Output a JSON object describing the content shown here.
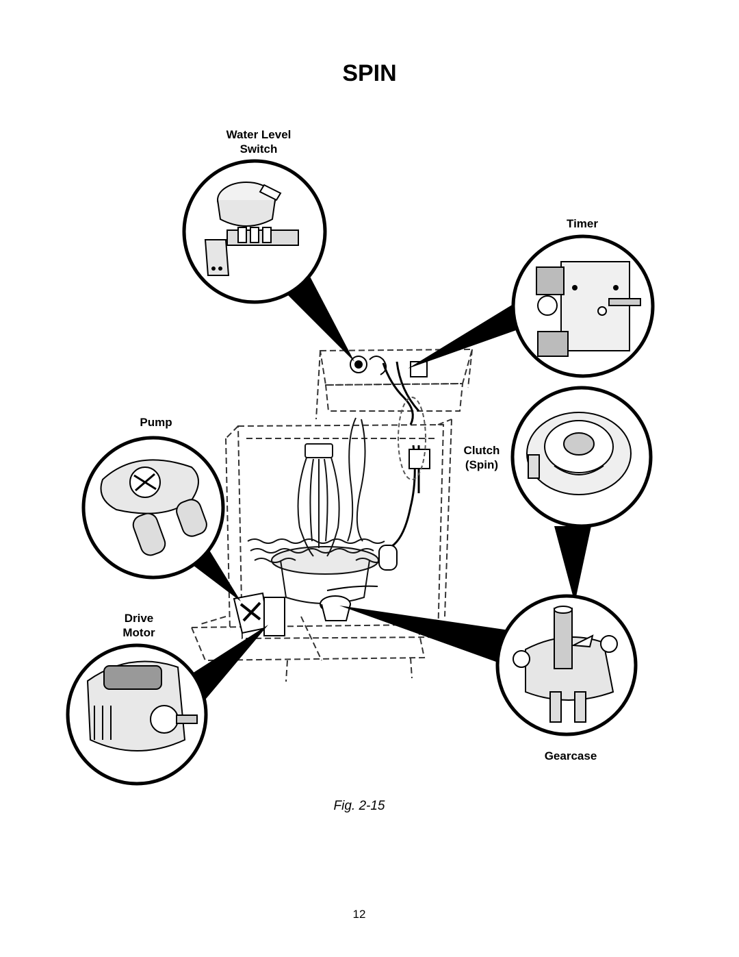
{
  "title": "SPIN",
  "labels": {
    "water_level_line1": "Water Level",
    "water_level_line2": "Switch",
    "timer": "Timer",
    "pump": "Pump",
    "clutch_line1": "Clutch",
    "clutch_line2": "(Spin)",
    "drive_line1": "Drive",
    "drive_line2": "Motor",
    "gearcase": "Gearcase"
  },
  "figure_caption": "Fig. 2-15",
  "page_number": "12"
}
